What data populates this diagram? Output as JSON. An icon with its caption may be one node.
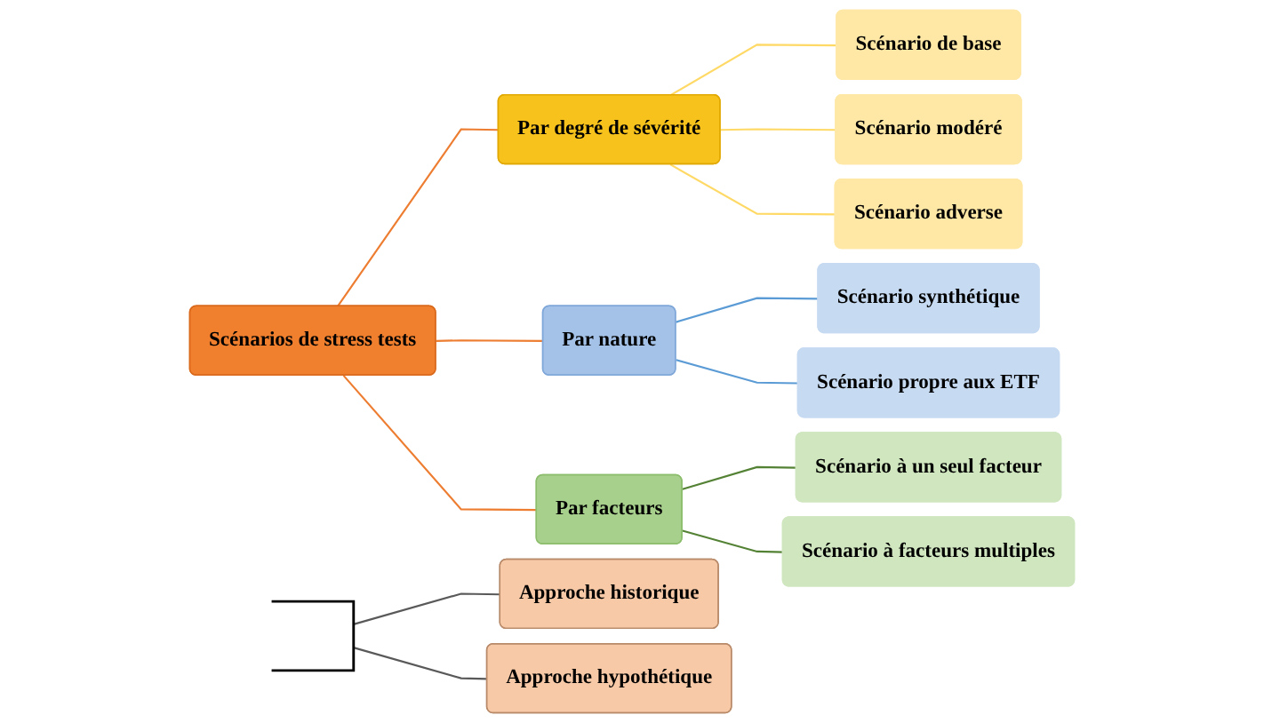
{
  "diagram": {
    "nodes": [
      {
        "text": [
          "Scénarios de stress tests"
        ]
      },
      {
        "text": [
          "Par degré de sévérité"
        ]
      },
      {
        "text": [
          "Scénario de base"
        ]
      },
      {
        "text": [
          "Scénario modéré"
        ]
      },
      {
        "text": [
          "Scénario adverse"
        ]
      },
      {
        "text": [
          "Par nature"
        ]
      },
      {
        "text": [
          "Scénario synthétique"
        ]
      },
      {
        "text": [
          "Scénario propre aux ETF"
        ]
      },
      {
        "text": [
          "Par facteurs"
        ]
      },
      {
        "text": [
          "Scénario à un seul facteur"
        ]
      },
      {
        "text": [
          "Scénario à facteurs multiples"
        ]
      },
      {
        "text": [],
        "shape": "bracket"
      },
      {
        "text": [
          "Approche historique"
        ]
      },
      {
        "text": [
          "Approche hypothétique"
        ]
      }
    ],
    "edges": [
      {
        "from": 0,
        "to": 1,
        "arrow": "none",
        "color": "#ed7d31"
      },
      {
        "from": 0,
        "to": 5,
        "arrow": "none",
        "color": "#ed7d31"
      },
      {
        "from": 0,
        "to": 8,
        "arrow": "none",
        "color": "#ed7d31"
      },
      {
        "from": 1,
        "to": 2,
        "arrow": "none",
        "color": "#ffd966"
      },
      {
        "from": 1,
        "to": 3,
        "arrow": "none",
        "color": "#ffd966"
      },
      {
        "from": 1,
        "to": 4,
        "arrow": "none",
        "color": "#ffd966"
      },
      {
        "from": 5,
        "to": 6,
        "arrow": "none",
        "color": "#5b9bd5"
      },
      {
        "from": 5,
        "to": 7,
        "arrow": "none",
        "color": "#5b9bd5"
      },
      {
        "from": 8,
        "to": 9,
        "arrow": "none",
        "color": "#548235"
      },
      {
        "from": 8,
        "to": 10,
        "arrow": "none",
        "color": "#548235"
      },
      {
        "from": 11,
        "to": 12,
        "arrow": "none",
        "color": "#595959"
      },
      {
        "from": 11,
        "to": 13,
        "arrow": "none",
        "color": "#595959"
      }
    ]
  }
}
